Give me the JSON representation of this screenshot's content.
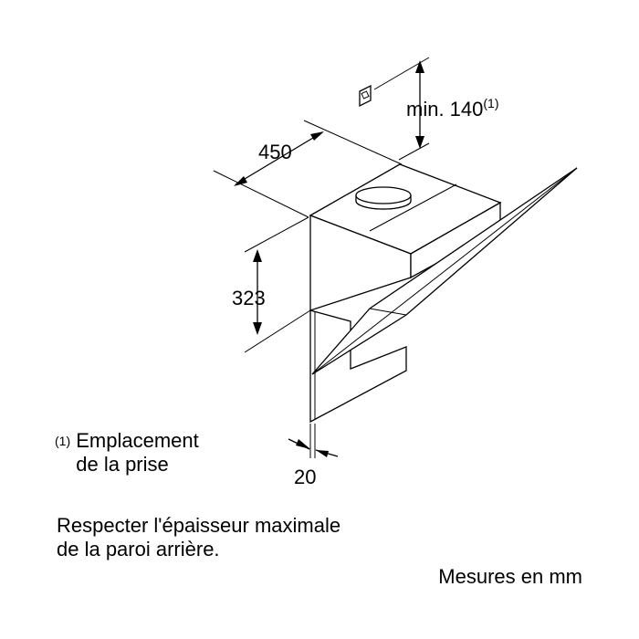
{
  "dimensions": {
    "depth": "450",
    "height": "323",
    "panel_thickness": "20",
    "socket_height_prefix": "min. 140",
    "socket_height_ref": "(1)"
  },
  "footnote": {
    "marker": "(1)",
    "line1": "Emplacement",
    "line2": "de la prise"
  },
  "instruction": {
    "line1": "Respecter l'épaisseur maximale",
    "line2": "de la paroi arrière."
  },
  "units_note": "Mesures en mm"
}
